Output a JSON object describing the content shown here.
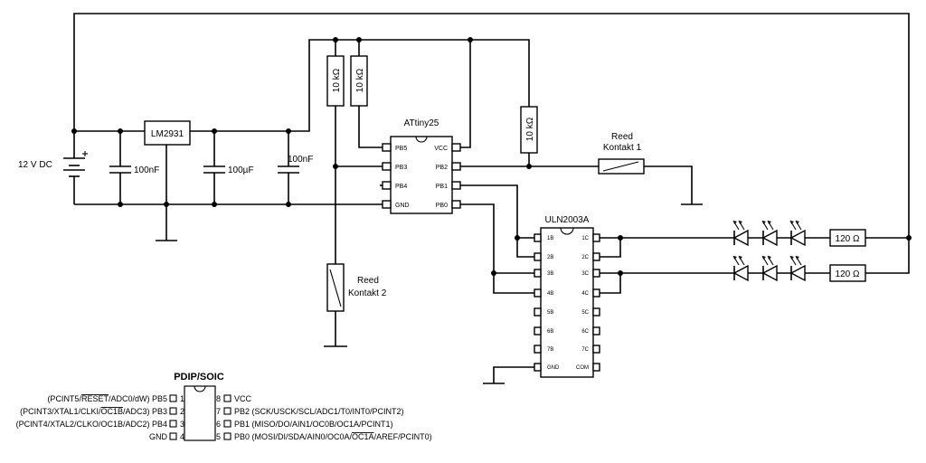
{
  "supply": {
    "label": "12 V DC"
  },
  "regulator": {
    "label": "LM2931"
  },
  "capacitors": {
    "c1": "100nF",
    "c2": "100µF",
    "c3": "100nF"
  },
  "resistors": {
    "r1": "10 kΩ",
    "r2": "10 kΩ",
    "r3": "10 kΩ",
    "led_r1": "120 Ω",
    "led_r2": "120 Ω"
  },
  "reed1": {
    "line1": "Reed",
    "line2": "Kontakt 1"
  },
  "reed2": {
    "line1": "Reed",
    "line2": "Kontakt 2"
  },
  "attiny": {
    "title": "ATtiny25",
    "left_pins": [
      "PB5",
      "PB3",
      "PB4",
      "GND"
    ],
    "right_pins": [
      "VCC",
      "PB2",
      "PB1",
      "PB0"
    ]
  },
  "uln": {
    "title": "ULN2003A",
    "left_pins": [
      "1B",
      "2B",
      "3B",
      "4B",
      "5B",
      "6B",
      "7B",
      "GND"
    ],
    "right_pins": [
      "1C",
      "2C",
      "3C",
      "4C",
      "5C",
      "6C",
      "7C",
      "COM"
    ]
  },
  "pinout": {
    "title": "PDIP/SOIC",
    "left": [
      {
        "pre": "(PCINT5/",
        "over": "RESET",
        "post": "/ADC0/dW) PB5",
        "num": "1"
      },
      {
        "pre": "(PCINT3/XTAL1/CLKI/",
        "over": "OC1B",
        "post": "/ADC3) PB3",
        "num": "2"
      },
      {
        "pre": "(PCINT4/XTAL2/CLKO/OC1B/ADC2) PB4",
        "over": "",
        "post": "",
        "num": "3"
      },
      {
        "pre": "GND",
        "over": "",
        "post": "",
        "num": "4"
      }
    ],
    "right": [
      {
        "num": "8",
        "pre": "VCC",
        "over": "",
        "post": ""
      },
      {
        "num": "7",
        "pre": "PB2 (SCK/USCK/SCL/ADC1/T0/INT0/PCINT2)",
        "over": "",
        "post": ""
      },
      {
        "num": "6",
        "pre": "PB1 (MISO/DO/AIN1/OC0B/OC1A/PCINT1)",
        "over": "",
        "post": ""
      },
      {
        "num": "5",
        "pre": "PB0 (MOSI/DI/SDA/AIN0/OC0A/",
        "over": "OC1A",
        "post": "/AREF/PCINT0)"
      }
    ]
  }
}
